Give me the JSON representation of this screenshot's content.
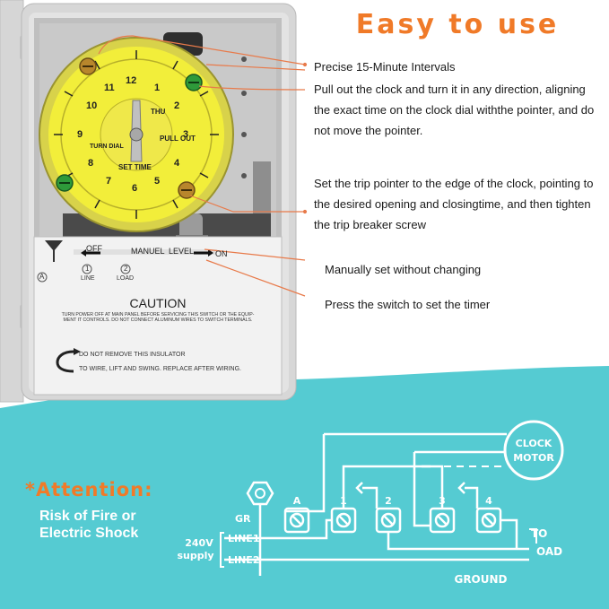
{
  "headline": "Easy to use",
  "features": [
    {
      "text": "Precise 15-Minute Intervals"
    },
    {
      "text": "Pull out the clock and turn it in any direction, aligning the exact time on the clock dial withthe pointer, and do not move the pointer."
    },
    {
      "text": "Set the trip pointer to the edge of the clock, pointing to the desired opening and closingtime, and then tighten the trip breaker screw"
    },
    {
      "text": "Manually set without changing"
    },
    {
      "text": "Press the switch to set the timer"
    }
  ],
  "device": {
    "dial": {
      "numbers": [
        "1",
        "2",
        "3",
        "4",
        "5",
        "6",
        "7",
        "8",
        "9",
        "10",
        "11",
        "12"
      ],
      "thu": "THU",
      "pull_out": "PULL OUT",
      "set_time": "SET TIME",
      "turn_dial": "TURN DIAL"
    },
    "lever": {
      "off": "OFF",
      "manuel": "MANUEL",
      "level": "LEVEL",
      "on": "ON"
    },
    "terminals": {
      "circle_a": "A",
      "line_num": "1",
      "line": "LINE",
      "load_num": "2",
      "load": "LOAD"
    },
    "caution": {
      "title": "CAUTION",
      "line1": "TURN POWER OFF AT MAIN PANEL BEFORE SERVICING THIS SWITCH OR THE EQUIP-",
      "line2": "MENT IT CONTROLS. DO NOT CONNECT ALUMINUM WIRES TO SWITCH TERMINALS."
    },
    "insulator": {
      "line1": "DO NOT REMOVE THIS INSULATOR",
      "line2": "TO WIRE, LIFT AND SWING. REPLACE AFTER WIRING."
    }
  },
  "attention": {
    "title": "*Attention:",
    "risk_line1": "Risk of Fire or",
    "risk_line2": "Electric Shock"
  },
  "wiring": {
    "clock_line1": "CLOCK",
    "clock_line2": "MOTOR",
    "gr": "GR",
    "line1": "LINE1",
    "line2": "LINE2",
    "supply_line1": "240V",
    "supply_line2": "supply",
    "ground": "GROUND",
    "to_line1": "TO",
    "to_line2": "OAD",
    "terminals": [
      "A",
      "1",
      "2",
      "3",
      "4"
    ]
  },
  "colors": {
    "accent_orange": "#f07a28",
    "teal": "#55cbd2",
    "dial_yellow": "#f2ee3a",
    "housing_gray": "#d9d9d9",
    "callout_line": "#e87a4a"
  }
}
